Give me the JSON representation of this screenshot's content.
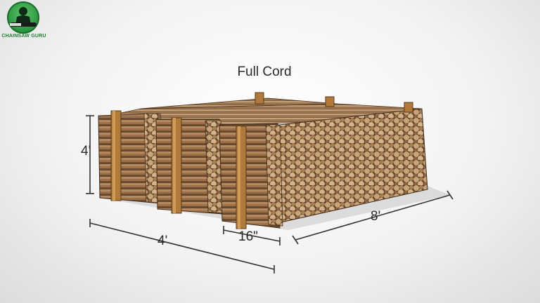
{
  "logo": {
    "text": "CHAINSAW GURU",
    "icon": "chainsaw-man-icon",
    "color": "#2f9a43"
  },
  "title": "Full Cord",
  "dimensions": {
    "height": "4'",
    "width": "4'",
    "depth": "16\"",
    "length": "8'"
  },
  "colors": {
    "background": "#eeeeee",
    "wood_dark": "#6b4a2e",
    "wood_light": "#c9a77f",
    "post": "#b07a3c"
  }
}
